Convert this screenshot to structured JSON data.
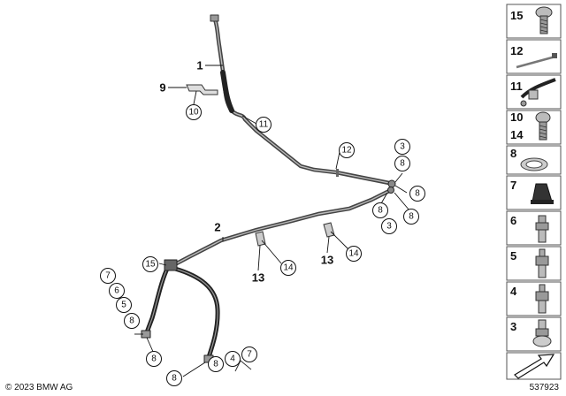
{
  "diagram": {
    "copyright": "© 2023 BMW AG",
    "diagram_id": "537923",
    "main_labels": [
      {
        "id": "1",
        "text": "1"
      },
      {
        "id": "9",
        "text": "9"
      },
      {
        "id": "2",
        "text": "2"
      },
      {
        "id": "13a",
        "text": "13"
      },
      {
        "id": "13b",
        "text": "13"
      }
    ],
    "callouts": [
      {
        "id": "c10",
        "text": "10"
      },
      {
        "id": "c11",
        "text": "11"
      },
      {
        "id": "c12",
        "text": "12"
      },
      {
        "id": "c3a",
        "text": "3"
      },
      {
        "id": "c8a",
        "text": "8"
      },
      {
        "id": "c8b",
        "text": "8"
      },
      {
        "id": "c8c",
        "text": "8"
      },
      {
        "id": "c8d",
        "text": "8"
      },
      {
        "id": "c3b",
        "text": "3"
      },
      {
        "id": "c14a",
        "text": "14"
      },
      {
        "id": "c14b",
        "text": "14"
      },
      {
        "id": "c15",
        "text": "15"
      },
      {
        "id": "c7a",
        "text": "7"
      },
      {
        "id": "c6",
        "text": "6"
      },
      {
        "id": "c5",
        "text": "5"
      },
      {
        "id": "c8e",
        "text": "8"
      },
      {
        "id": "c8f",
        "text": "8"
      },
      {
        "id": "c8g",
        "text": "8"
      },
      {
        "id": "c8h",
        "text": "8"
      },
      {
        "id": "c4",
        "text": "4"
      },
      {
        "id": "c7b",
        "text": "7"
      }
    ],
    "legend": [
      {
        "label": "15",
        "icon": "bolt-icon"
      },
      {
        "label": "12",
        "icon": "cable-tie-icon"
      },
      {
        "label": "11",
        "icon": "hose-clip-icon"
      },
      {
        "label": "10",
        "label2": "14",
        "icon": "bolt-icon"
      },
      {
        "label": "8",
        "icon": "seal-ring-icon"
      },
      {
        "label": "7",
        "icon": "dust-cap-icon"
      },
      {
        "label": "6",
        "icon": "bleed-screw-icon"
      },
      {
        "label": "5",
        "icon": "fitting-icon"
      },
      {
        "label": "4",
        "icon": "fitting-icon"
      },
      {
        "label": "3",
        "icon": "hollow-bolt-icon"
      },
      {
        "label": "",
        "icon": "arrow-icon"
      }
    ]
  }
}
